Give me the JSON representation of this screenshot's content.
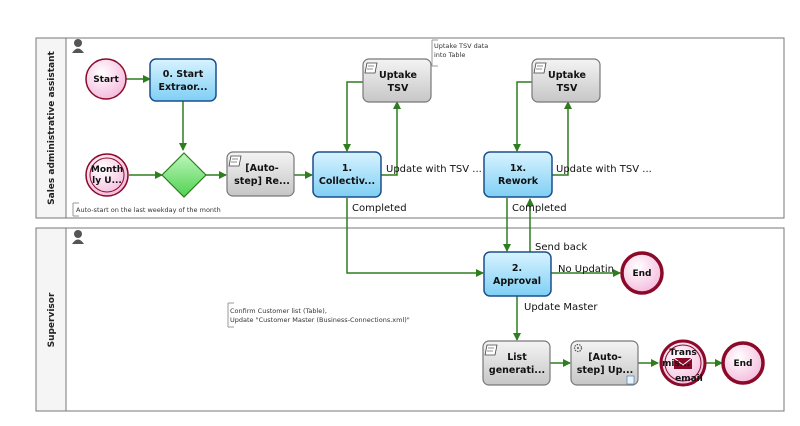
{
  "lanes": [
    {
      "id": "sales",
      "label": "Sales administrative assistant"
    },
    {
      "id": "supervisor",
      "label": "Supervisor"
    }
  ],
  "events": {
    "start": "Start",
    "timer": [
      "Month",
      "ly U..."
    ],
    "end1": "End",
    "end2": "End",
    "message": [
      "Trans",
      "mis...",
      "email"
    ]
  },
  "tasks": {
    "t0": [
      "0. Start",
      "Extraor..."
    ],
    "t_auto1": [
      "[Auto-",
      "step] Re..."
    ],
    "t1": [
      "1.",
      "Collectiv..."
    ],
    "t_uptake1": [
      "Uptake",
      "TSV"
    ],
    "t1x": [
      "1x.",
      "Rework"
    ],
    "t_uptake2": [
      "Uptake",
      "TSV"
    ],
    "t2": [
      "2.",
      "Approval"
    ],
    "t_list": [
      "List",
      "generati..."
    ],
    "t_auto2": [
      "[Auto-",
      "step] Up..."
    ]
  },
  "flow_labels": {
    "update_tsv_1": "Update with TSV ...",
    "update_tsv_2": "Update with TSV ...",
    "completed_1": "Completed",
    "completed_2": "Completed",
    "send_back": "Send back",
    "no_update": "No Updatin",
    "update_master": "Update Master"
  },
  "notes": {
    "uptake": [
      "Uptake TSV data",
      "into Table"
    ],
    "autostart": "Auto-start on the last weekday of the month",
    "confirm": [
      "Confirm Customer list (Table),",
      "Update \"Customer Master (Business-Connections.xml)\""
    ]
  },
  "colors": {
    "flow": "#2e7d1e",
    "task_blue": "#9fdcf8",
    "task_gray": "#d9d9d9",
    "event_fill": "#f9d4ea",
    "end_stroke": "#8b0a2a",
    "gateway": "#7de87d"
  }
}
